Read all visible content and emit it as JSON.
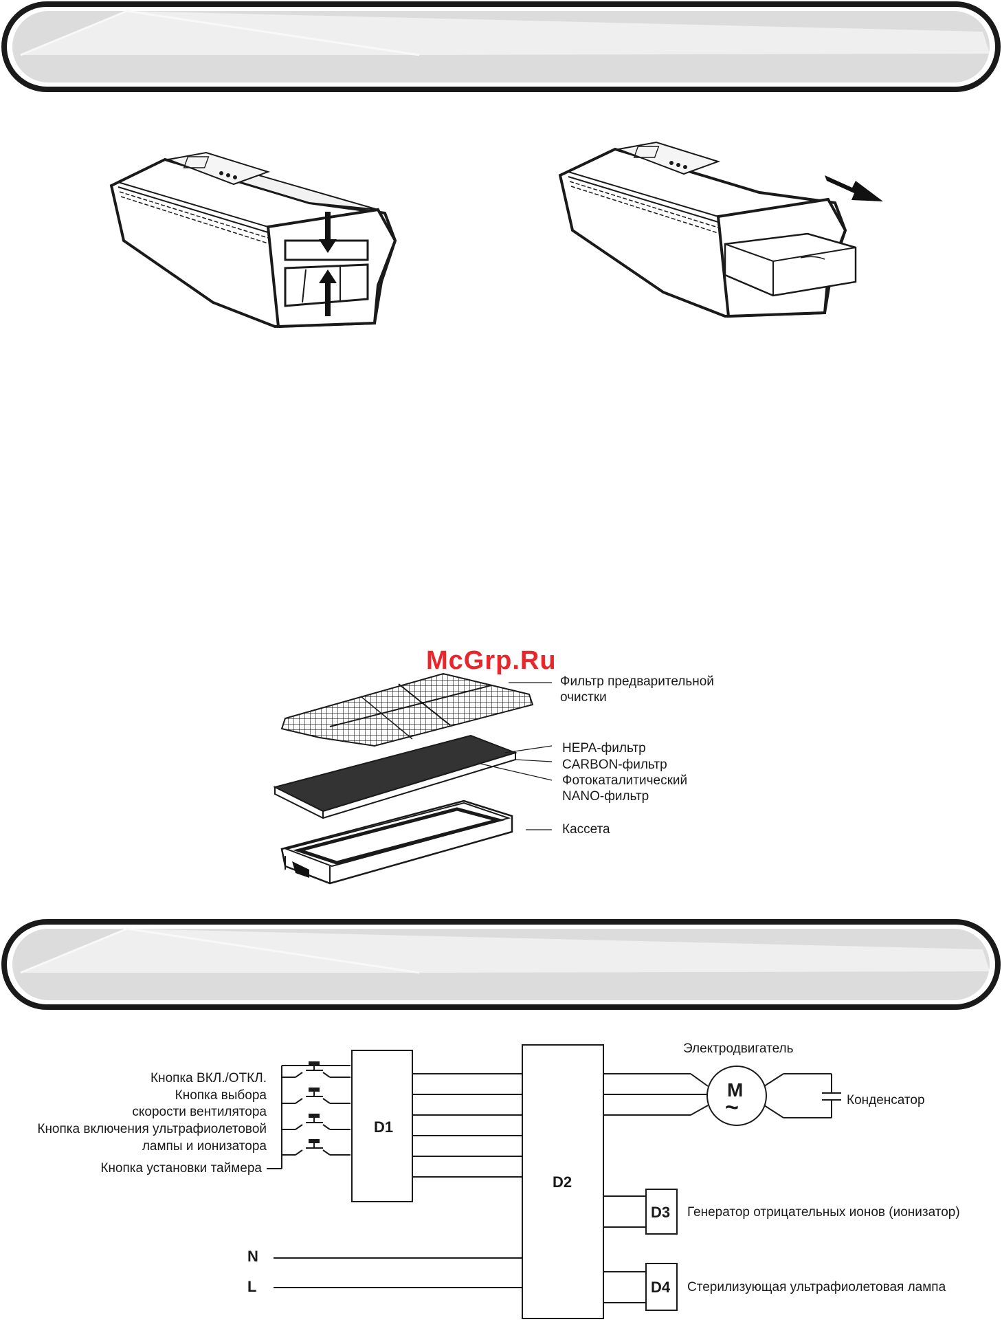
{
  "watermark": "McGrp.Ru",
  "filter_labels": {
    "prefilter_line1": "Фильтр предварительной",
    "prefilter_line2": "очистки",
    "hepa": "HEPA-фильтр",
    "carbon": "CARBON-фильтр",
    "photocat_line1": "Фотокаталитический",
    "photocat_line2": "NANO-фильтр",
    "cassette": "Кассета"
  },
  "circuit": {
    "buttons": {
      "power": "Кнопка ВКЛ./ОТКЛ.",
      "speed_line1": "Кнопка выбора",
      "speed_line2": "скорости вентилятора",
      "uv_line1": "Кнопка включения ультрафиолетовой",
      "uv_line2": "лампы и ионизатора",
      "timer": "Кнопка установки таймера"
    },
    "blocks": {
      "d1": "D1",
      "d2": "D2",
      "d3": "D3",
      "d4": "D4"
    },
    "motor_title": "Электродвигатель",
    "motor_symbol": "M",
    "motor_tilde": "~",
    "capacitor": "Конденсатор",
    "ionizer": "Генератор отрицательных ионов (ионизатор)",
    "uv_lamp": "Стерилизующая ультрафиолетовая лампа",
    "neutral": "N",
    "line": "L"
  }
}
